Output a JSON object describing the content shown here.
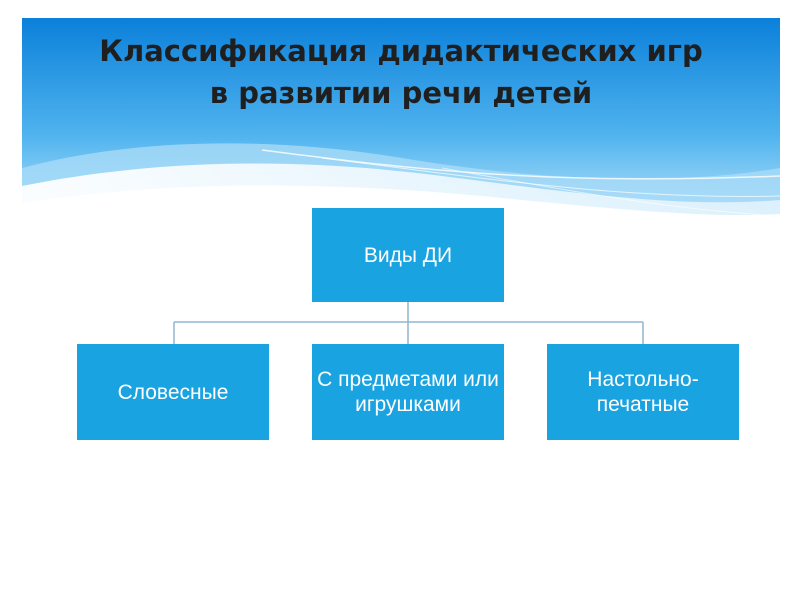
{
  "slide": {
    "title_line1": "Классификация дидактических игр",
    "title_line2": "в развитии речи детей"
  },
  "diagram": {
    "root": {
      "label": "Виды ДИ"
    },
    "children": [
      {
        "label": "Словесные"
      },
      {
        "label": "С предметами или игрушками"
      },
      {
        "label": "Настольно-печатные"
      }
    ]
  },
  "colors": {
    "node_fill": "#19a3e0",
    "node_text": "#ffffff",
    "connector": "#8fb7cf",
    "header_top": "#0a7fd8",
    "header_bottom": "#bfe6fb",
    "title_text": "#1f1f1f"
  }
}
